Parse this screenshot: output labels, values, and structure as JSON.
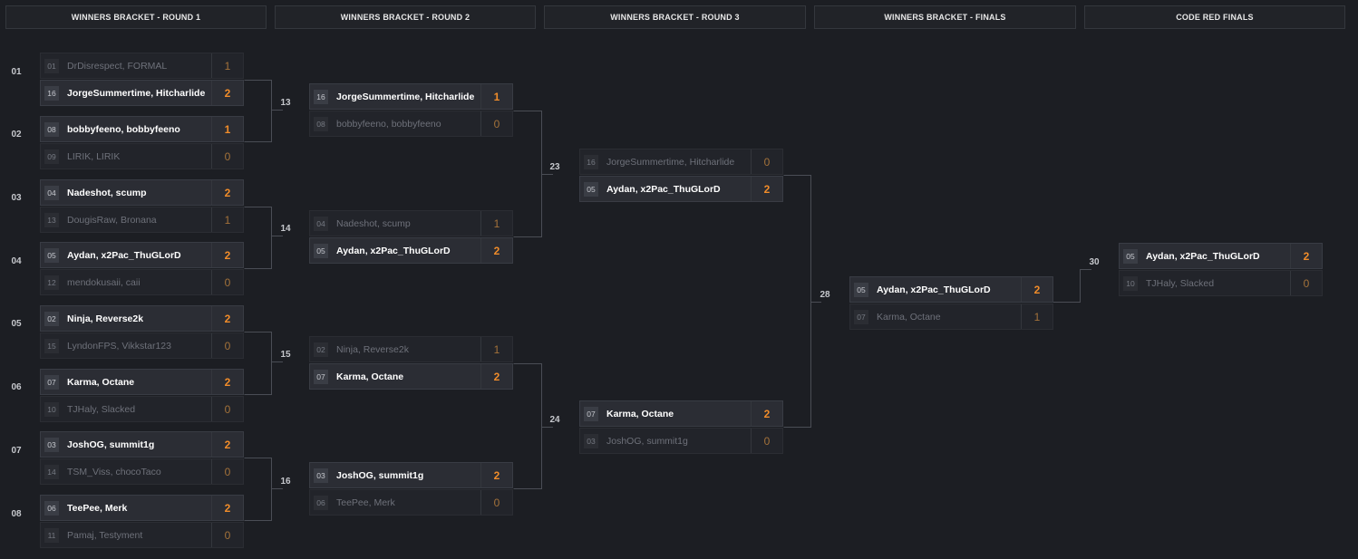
{
  "rounds": [
    {
      "title": "WINNERS BRACKET - ROUND 1"
    },
    {
      "title": "WINNERS BRACKET - ROUND 2"
    },
    {
      "title": "WINNERS BRACKET - ROUND 3"
    },
    {
      "title": "WINNERS BRACKET - FINALS"
    },
    {
      "title": "CODE RED FINALS"
    }
  ],
  "matches": [
    {
      "id": "01",
      "slots": [
        {
          "seed": "01",
          "name": "DrDisrespect, FORMAL",
          "score": "1",
          "win": false
        },
        {
          "seed": "16",
          "name": "JorgeSummertime, Hitcharlide",
          "score": "2",
          "win": true
        }
      ]
    },
    {
      "id": "02",
      "slots": [
        {
          "seed": "08",
          "name": "bobbyfeeno, bobbyfeeno",
          "score": "1",
          "win": true
        },
        {
          "seed": "09",
          "name": "LIRIK, LIRIK",
          "score": "0",
          "win": false
        }
      ]
    },
    {
      "id": "03",
      "slots": [
        {
          "seed": "04",
          "name": "Nadeshot, scump",
          "score": "2",
          "win": true
        },
        {
          "seed": "13",
          "name": "DougisRaw, Bronana",
          "score": "1",
          "win": false
        }
      ]
    },
    {
      "id": "04",
      "slots": [
        {
          "seed": "05",
          "name": "Aydan, x2Pac_ThuGLorD",
          "score": "2",
          "win": true
        },
        {
          "seed": "12",
          "name": "mendokusaii, caii",
          "score": "0",
          "win": false
        }
      ]
    },
    {
      "id": "05",
      "slots": [
        {
          "seed": "02",
          "name": "Ninja, Reverse2k",
          "score": "2",
          "win": true
        },
        {
          "seed": "15",
          "name": "LyndonFPS, Vikkstar123",
          "score": "0",
          "win": false
        }
      ]
    },
    {
      "id": "06",
      "slots": [
        {
          "seed": "07",
          "name": "Karma, Octane",
          "score": "2",
          "win": true
        },
        {
          "seed": "10",
          "name": "TJHaly, Slacked",
          "score": "0",
          "win": false
        }
      ]
    },
    {
      "id": "07",
      "slots": [
        {
          "seed": "03",
          "name": "JoshOG, summit1g",
          "score": "2",
          "win": true
        },
        {
          "seed": "14",
          "name": "TSM_Viss, chocoTaco",
          "score": "0",
          "win": false
        }
      ]
    },
    {
      "id": "08",
      "slots": [
        {
          "seed": "06",
          "name": "TeePee, Merk",
          "score": "2",
          "win": true
        },
        {
          "seed": "11",
          "name": "Pamaj, Testyment",
          "score": "0",
          "win": false
        }
      ]
    },
    {
      "id": "13",
      "slots": [
        {
          "seed": "16",
          "name": "JorgeSummertime, Hitcharlide",
          "score": "1",
          "win": true
        },
        {
          "seed": "08",
          "name": "bobbyfeeno, bobbyfeeno",
          "score": "0",
          "win": false
        }
      ]
    },
    {
      "id": "14",
      "slots": [
        {
          "seed": "04",
          "name": "Nadeshot, scump",
          "score": "1",
          "win": false
        },
        {
          "seed": "05",
          "name": "Aydan, x2Pac_ThuGLorD",
          "score": "2",
          "win": true
        }
      ]
    },
    {
      "id": "15",
      "slots": [
        {
          "seed": "02",
          "name": "Ninja, Reverse2k",
          "score": "1",
          "win": false
        },
        {
          "seed": "07",
          "name": "Karma, Octane",
          "score": "2",
          "win": true
        }
      ]
    },
    {
      "id": "16",
      "slots": [
        {
          "seed": "03",
          "name": "JoshOG, summit1g",
          "score": "2",
          "win": true
        },
        {
          "seed": "06",
          "name": "TeePee, Merk",
          "score": "0",
          "win": false
        }
      ]
    },
    {
      "id": "23",
      "slots": [
        {
          "seed": "16",
          "name": "JorgeSummertime, Hitcharlide",
          "score": "0",
          "win": false
        },
        {
          "seed": "05",
          "name": "Aydan, x2Pac_ThuGLorD",
          "score": "2",
          "win": true
        }
      ]
    },
    {
      "id": "24",
      "slots": [
        {
          "seed": "07",
          "name": "Karma, Octane",
          "score": "2",
          "win": true
        },
        {
          "seed": "03",
          "name": "JoshOG, summit1g",
          "score": "0",
          "win": false
        }
      ]
    },
    {
      "id": "28",
      "slots": [
        {
          "seed": "05",
          "name": "Aydan, x2Pac_ThuGLorD",
          "score": "2",
          "win": true
        },
        {
          "seed": "07",
          "name": "Karma, Octane",
          "score": "1",
          "win": false
        }
      ]
    },
    {
      "id": "30",
      "slots": [
        {
          "seed": "05",
          "name": "Aydan, x2Pac_ThuGLorD",
          "score": "2",
          "win": true
        },
        {
          "seed": "10",
          "name": "TJHaly, Slacked",
          "score": "0",
          "win": false
        }
      ]
    }
  ]
}
